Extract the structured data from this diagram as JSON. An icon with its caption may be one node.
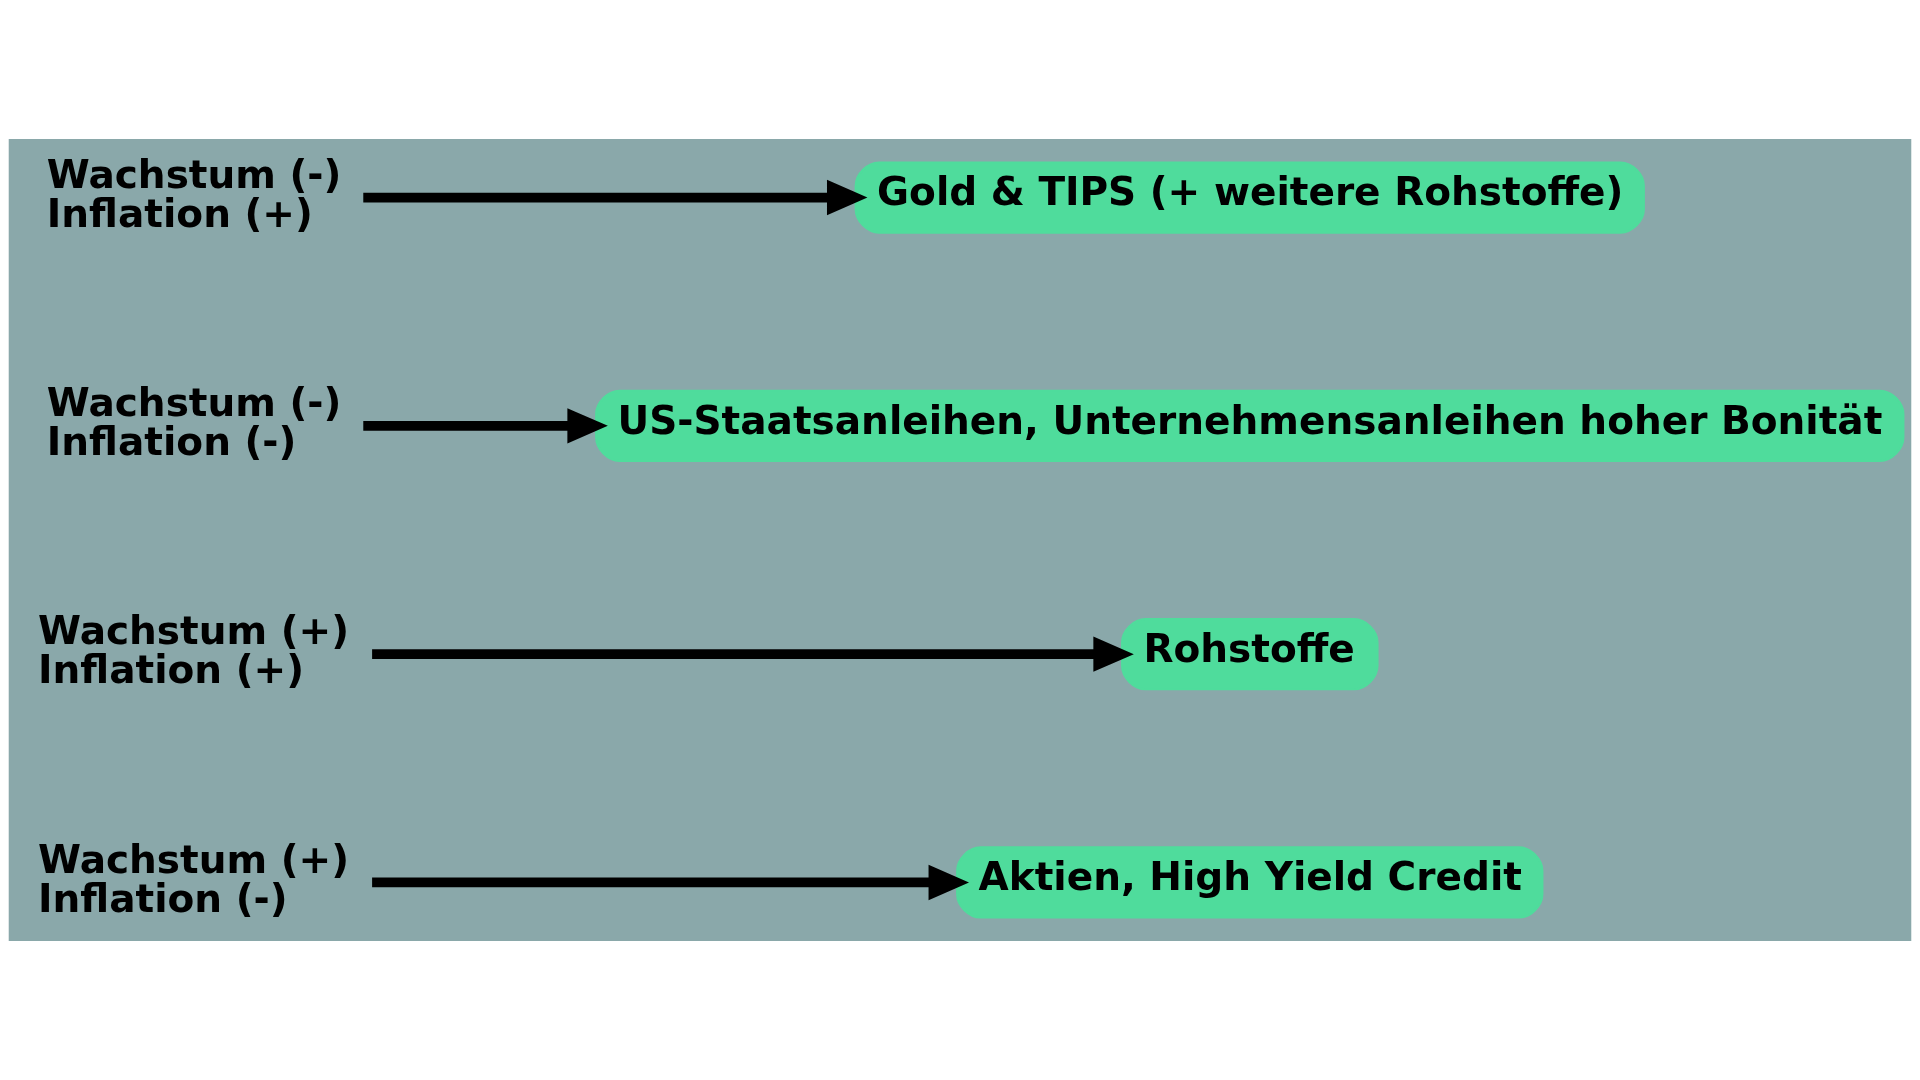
{
  "diagram": {
    "nodes": [
      {
        "text": [
          "Wachstum (+)",
          "Inflation (-)"
        ]
      },
      {
        "text": [
          "Aktien, High Yield Credit"
        ]
      },
      {
        "text": [
          "Wachstum (+)",
          "Inflation (+)"
        ]
      },
      {
        "text": [
          "Rohstoffe"
        ]
      },
      {
        "text": [
          "Wachstum (-)",
          "Inflation (-)"
        ]
      },
      {
        "text": [
          "US-Staatsanleihen, Unternehmensanleihen hoher Bonität"
        ]
      },
      {
        "text": [
          "Wachstum (-)",
          "Inflation (+)"
        ]
      },
      {
        "text": [
          "Gold & TIPS (+ weitere Rohstoffe)"
        ]
      }
    ],
    "edges": [
      {
        "from": 0,
        "to": 1,
        "arrow": "to"
      },
      {
        "from": 2,
        "to": 3,
        "arrow": "to"
      },
      {
        "from": 4,
        "to": 5,
        "arrow": "to"
      },
      {
        "from": 6,
        "to": 7,
        "arrow": "to"
      }
    ]
  }
}
